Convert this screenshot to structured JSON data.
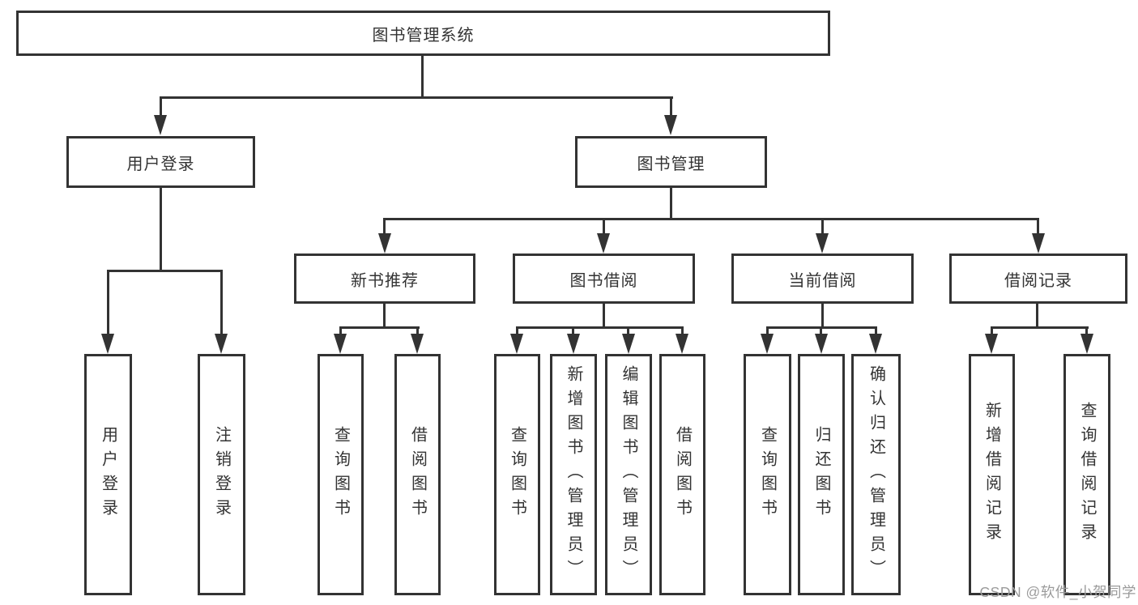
{
  "diagram": {
    "root": {
      "label": "图书管理系统"
    },
    "branches": [
      {
        "label": "用户登录",
        "children": [
          {
            "label": "用户登录"
          },
          {
            "label": "注销登录"
          }
        ]
      },
      {
        "label": "图书管理",
        "children": [
          {
            "label": "新书推荐",
            "children": [
              {
                "label": "查询图书"
              },
              {
                "label": "借阅图书"
              }
            ]
          },
          {
            "label": "图书借阅",
            "children": [
              {
                "label": "查询图书"
              },
              {
                "label": "新增图书（管理员）"
              },
              {
                "label": "编辑图书（管理员）"
              },
              {
                "label": "借阅图书"
              }
            ]
          },
          {
            "label": "当前借阅",
            "children": [
              {
                "label": "查询图书"
              },
              {
                "label": "归还图书"
              },
              {
                "label": "确认归还（管理员）"
              }
            ]
          },
          {
            "label": "借阅记录",
            "children": [
              {
                "label": "新增借阅记录"
              },
              {
                "label": "查询借阅记录"
              }
            ]
          }
        ]
      }
    ]
  },
  "watermark": {
    "text": "CSDN @软件_小贺同学",
    "color": "#9b9b9b"
  },
  "colors": {
    "line": "#333333",
    "text": "#333333",
    "background": "#ffffff"
  }
}
